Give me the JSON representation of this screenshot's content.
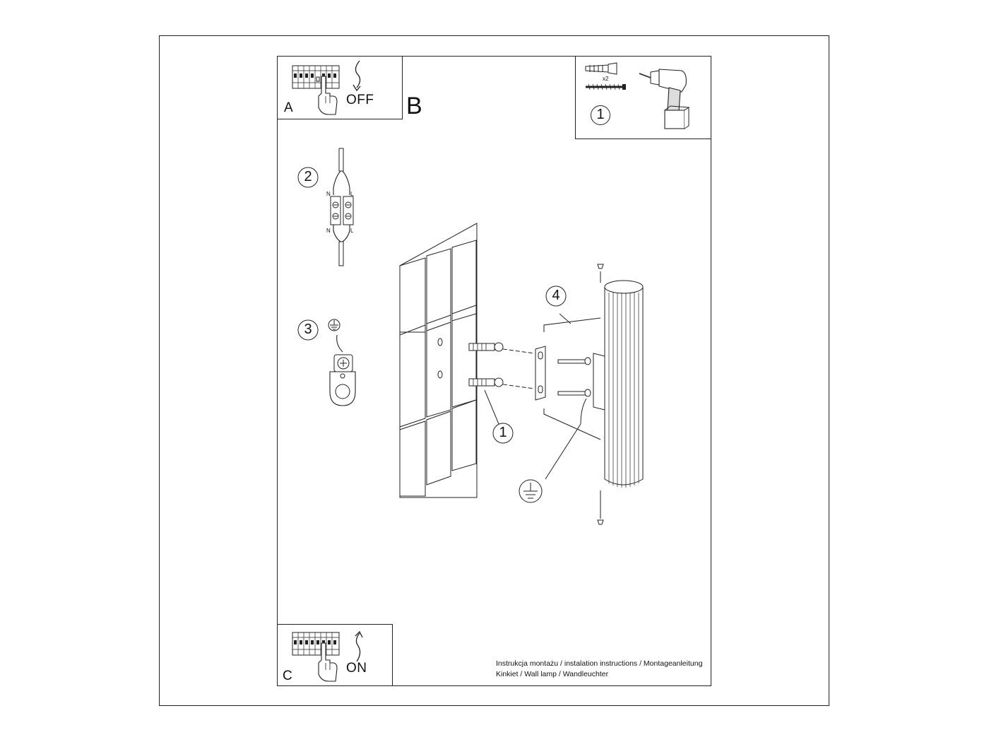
{
  "section_a": {
    "letter": "A",
    "state": "OFF"
  },
  "section_b": {
    "letter": "B"
  },
  "section_c": {
    "letter": "C",
    "state": "ON"
  },
  "steps": {
    "tools": "1",
    "wiring": "2",
    "ground": "3",
    "mount": "4",
    "anchors": "1"
  },
  "tools": {
    "quantity": "x2"
  },
  "wiring": {
    "n_top": "N",
    "l_top": "L",
    "n_bottom": "N",
    "l_bottom": "L"
  },
  "caption": {
    "line1": "Instrukcja montażu / instalation instructions / Montageanleitung",
    "line2": "Kinkiet / Wall lamp / Wandleuchter"
  },
  "icons": [
    "breaker-panel-icon",
    "hand-icon",
    "curved-arrow-icon",
    "wall-plug-icon",
    "screw-icon",
    "drill-icon",
    "terminal-block-icon",
    "ground-symbol-icon",
    "ground-terminal-icon",
    "mounting-bracket-icon",
    "cylinder-lamp-icon"
  ]
}
